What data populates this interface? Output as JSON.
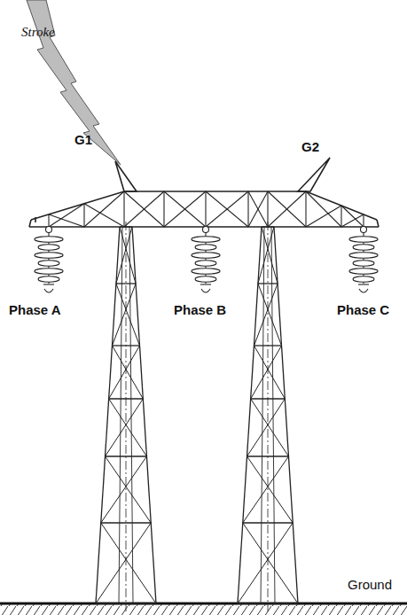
{
  "diagram": {
    "labels": [
      "Stroke",
      "G1",
      "G2",
      "Phase A",
      "Phase B",
      "Phase C",
      "Ground"
    ]
  }
}
